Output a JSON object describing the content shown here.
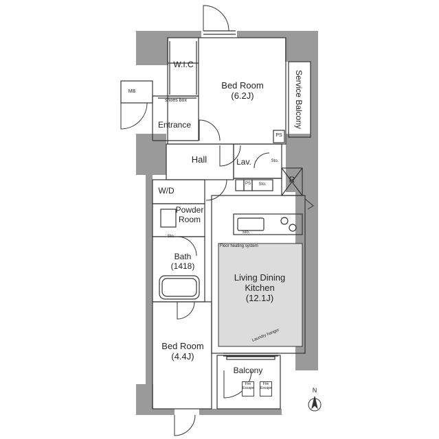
{
  "rooms": {
    "bedroom1": {
      "name": "Bed Room",
      "size": "(6.2J)"
    },
    "bedroom2": {
      "name": "Bed Room",
      "size": "(4.4J)"
    },
    "ldk": {
      "line1": "Living Dining",
      "line2": "Kitchen",
      "size": "(12.1J)"
    },
    "bath": {
      "name": "Bath",
      "size": "(1418)"
    },
    "powder": {
      "line1": "Powder",
      "line2": "Room"
    },
    "wic": "W.I.C",
    "entrance": "Entrance",
    "hall": "Hall",
    "lav": "Lav.",
    "wd": "W/D",
    "balcony": "Balcony",
    "service_balcony": "Service Balcony",
    "mb": "MB",
    "shoes_box": "shoes box",
    "ps1": "PS",
    "ps2": "PS",
    "sto1": "Sto.",
    "sto2": "Sto.",
    "sto3": "Sto.",
    "sto4": "Sto.",
    "r": "R"
  },
  "notes": {
    "floor_heating": "Floor heating system",
    "laundry_hanger": "Laundry hanger",
    "fire_escape_1": "Fire Escape",
    "fire_escape_2": "Fire Escape"
  },
  "compass": {
    "label": "N"
  },
  "colors": {
    "wall": "#9a9a9a",
    "floor_heating": "#dcdcdc",
    "line": "#333333"
  }
}
